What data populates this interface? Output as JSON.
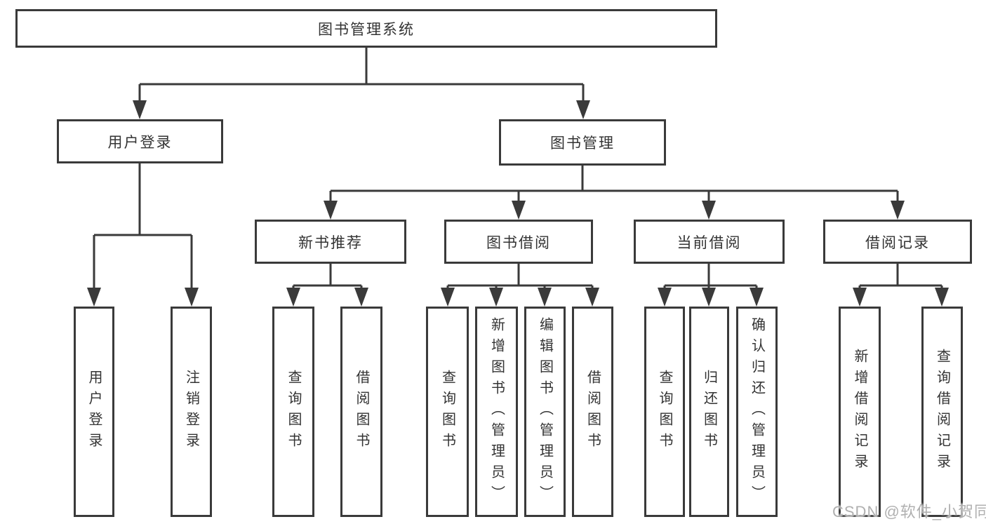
{
  "diagram": {
    "title": "图书管理系统",
    "branches": [
      {
        "label": "用户登录",
        "leaves": [
          "用户登录",
          "注销登录"
        ]
      },
      {
        "label": "图书管理",
        "groups": [
          {
            "label": "新书推荐",
            "leaves": [
              "查询图书",
              "借阅图书"
            ]
          },
          {
            "label": "图书借阅",
            "leaves": [
              "查询图书",
              "新增图书（管理员）",
              "编辑图书（管理员）",
              "借阅图书"
            ]
          },
          {
            "label": "当前借阅",
            "leaves": [
              "查询图书",
              "归还图书",
              "确认归还（管理员）"
            ]
          },
          {
            "label": "借阅记录",
            "leaves": [
              "新增借阅记录",
              "查询借阅记录"
            ]
          }
        ]
      }
    ]
  },
  "watermark": {
    "text": "CSDN @软件_小贺同学"
  },
  "colors": {
    "line": "#3a3a3a",
    "box_border": "#3a3a3a",
    "text": "#333333",
    "watermark": "#b0b0b0",
    "background": "#ffffff"
  }
}
